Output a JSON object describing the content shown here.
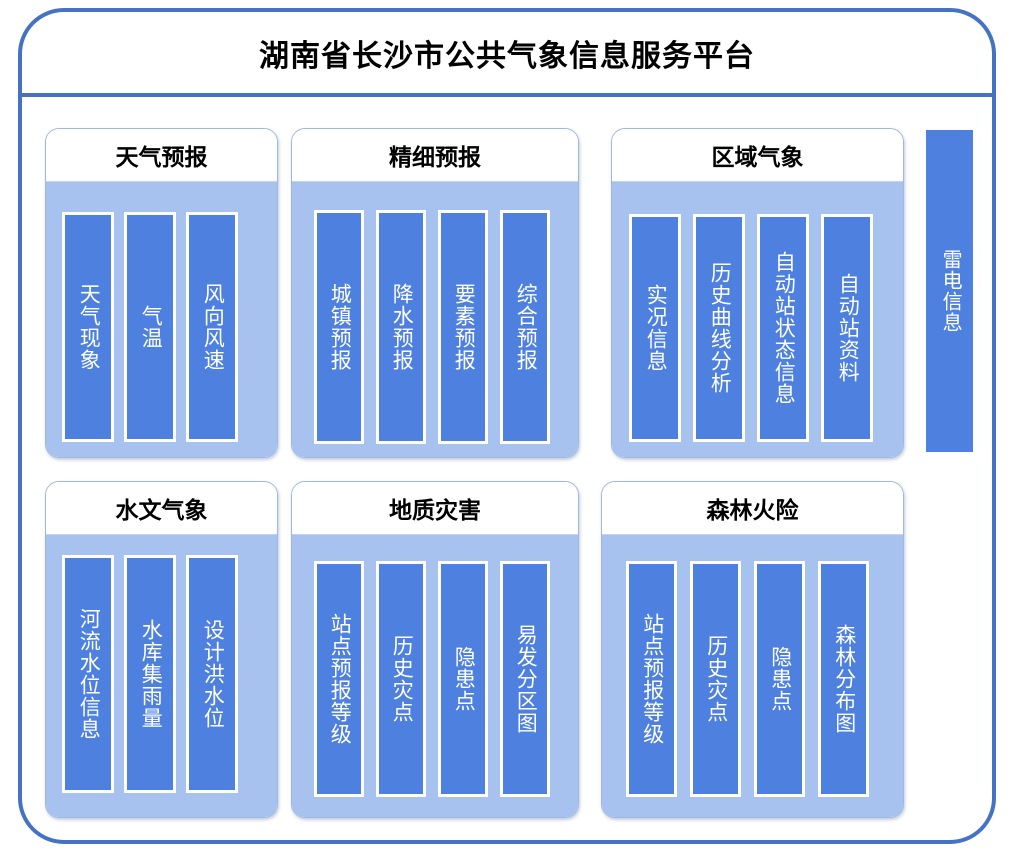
{
  "platform": {
    "title": "湖南省长沙市公共气象信息服务平台"
  },
  "groups": [
    {
      "title": "天气预报",
      "items": [
        {
          "label": "天气现象"
        },
        {
          "label": "气温"
        },
        {
          "label": "风向风速"
        }
      ]
    },
    {
      "title": "精细预报",
      "items": [
        {
          "label": "城镇预报"
        },
        {
          "label": "降水预报"
        },
        {
          "label": "要素预报"
        },
        {
          "label": "综合预报"
        }
      ]
    },
    {
      "title": "区域气象",
      "items": [
        {
          "label": "实况信息"
        },
        {
          "label": "历史曲线分析"
        },
        {
          "label": "自动站状态信息"
        },
        {
          "label": "自动站资料"
        }
      ]
    },
    {
      "title": "水文气象",
      "items": [
        {
          "label": "河流水位信息"
        },
        {
          "label": "水库集雨量"
        },
        {
          "label": "设计洪水位"
        }
      ]
    },
    {
      "title": "地质灾害",
      "items": [
        {
          "label": "站点预报等级"
        },
        {
          "label": "历史灾点"
        },
        {
          "label": "隐患点"
        },
        {
          "label": "易发分区图"
        }
      ]
    },
    {
      "title": "森林火险",
      "items": [
        {
          "label": "站点预报等级"
        },
        {
          "label": "历史灾点"
        },
        {
          "label": "隐患点"
        },
        {
          "label": "森林分布图"
        }
      ]
    }
  ],
  "side_module": {
    "label": "雷电信息"
  },
  "colors": {
    "frame_border": "#4573c4",
    "card_border": "#9fb8e0",
    "card_body": "#a8c2ef",
    "item_bar": "#4e80e0",
    "item_text": "#ffffff",
    "title_text": "#000000"
  }
}
